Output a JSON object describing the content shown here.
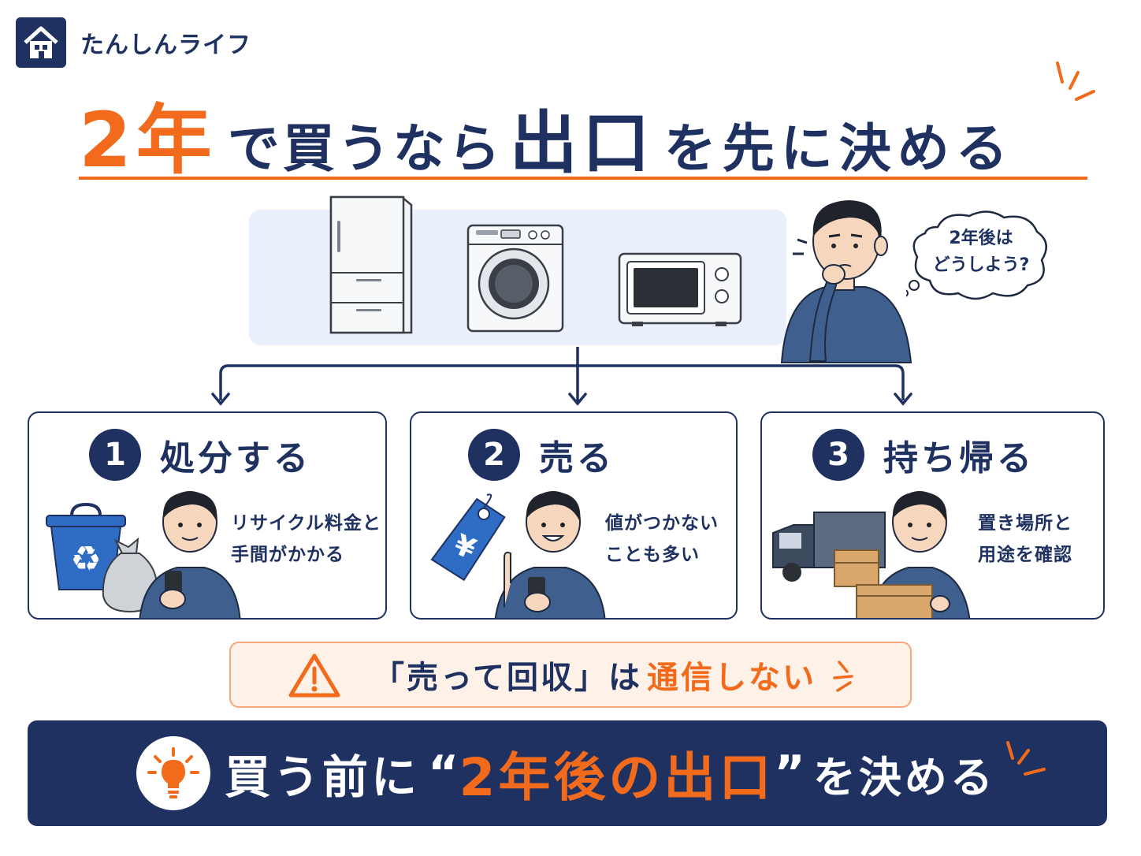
{
  "brand": {
    "name": "たんしんライフ",
    "icon": "house-icon"
  },
  "title": {
    "part1": "2年",
    "part2": "で買うなら",
    "part3": "出口",
    "part4": "を先に決める"
  },
  "appliances": [
    "fridge-icon",
    "washing-machine-icon",
    "microwave-icon"
  ],
  "thought_bubble": {
    "line1": "2年後は",
    "line2": "どうしよう?"
  },
  "options": [
    {
      "number": "1",
      "title": "処分する",
      "note_line1": "リサイクル料金と",
      "note_line2": "手間がかかる",
      "icons": [
        "recycle-bin-icon",
        "garbage-bag-icon",
        "smartphone-icon"
      ]
    },
    {
      "number": "2",
      "title": "売る",
      "note_line1": "値がつかない",
      "note_line2": "ことも多い",
      "icons": [
        "yen-price-tag-icon",
        "smartphone-icon"
      ]
    },
    {
      "number": "3",
      "title": "持ち帰る",
      "note_line1": "置き場所と",
      "note_line2": "用途を確認",
      "icons": [
        "truck-icon",
        "cardboard-box-icon"
      ]
    }
  ],
  "warning": {
    "icon": "warning-icon",
    "part1": "「売って回収」は",
    "part2": "通信しない"
  },
  "footer": {
    "icon": "light-bulb-icon",
    "part1": "買う前に",
    "open_quote": "“",
    "part2": "2年後の出口",
    "close_quote": "”",
    "part3": "を決める"
  },
  "colors": {
    "navy": "#1e3160",
    "orange": "#f26a1b",
    "panel": "#eaf0fb",
    "warning_bg": "#fdf1e8",
    "shirt": "#3f5f8f"
  }
}
